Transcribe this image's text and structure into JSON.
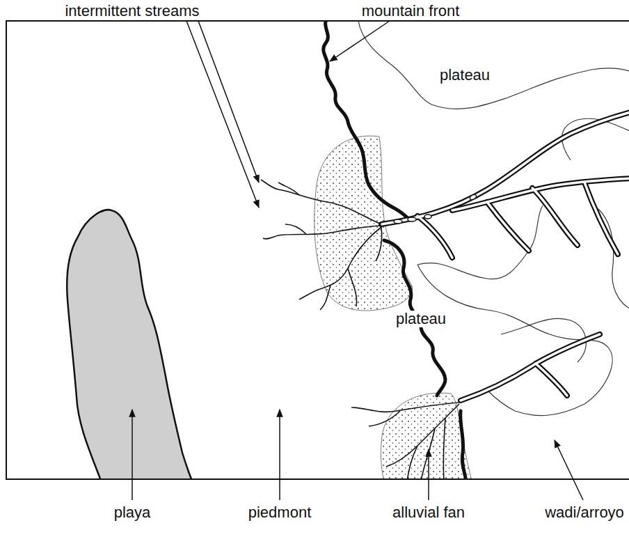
{
  "diagram": {
    "labels": [
      "intermittent streams",
      "mountain front",
      "plateau",
      "plateau",
      "playa",
      "piedmont",
      "alluvial fan",
      "wadi/arroyo"
    ]
  }
}
